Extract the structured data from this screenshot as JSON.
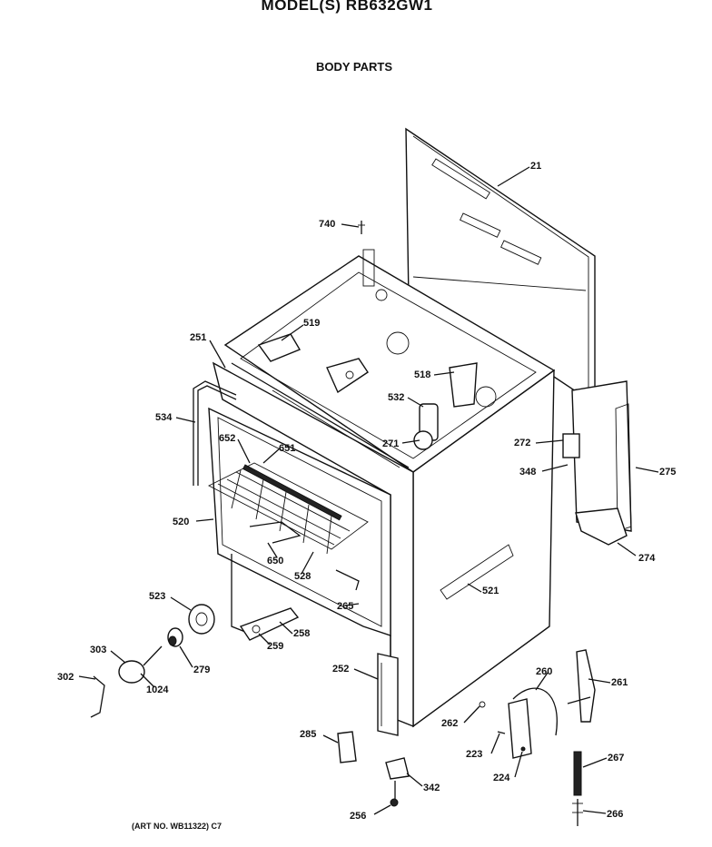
{
  "header": {
    "model": "MODEL(S) RB632GW1",
    "section": "BODY PARTS"
  },
  "footer": {
    "art_no": "(ART NO. WB11322) C7"
  },
  "callouts": [
    {
      "id": "21",
      "label": "21"
    },
    {
      "id": "740",
      "label": "740"
    },
    {
      "id": "519",
      "label": "519"
    },
    {
      "id": "251",
      "label": "251"
    },
    {
      "id": "518",
      "label": "518"
    },
    {
      "id": "532",
      "label": "532"
    },
    {
      "id": "534",
      "label": "534"
    },
    {
      "id": "271",
      "label": "271"
    },
    {
      "id": "272",
      "label": "272"
    },
    {
      "id": "652",
      "label": "652"
    },
    {
      "id": "651",
      "label": "651"
    },
    {
      "id": "348",
      "label": "348"
    },
    {
      "id": "275",
      "label": "275"
    },
    {
      "id": "520",
      "label": "520"
    },
    {
      "id": "274",
      "label": "274"
    },
    {
      "id": "650",
      "label": "650"
    },
    {
      "id": "528",
      "label": "528"
    },
    {
      "id": "521",
      "label": "521"
    },
    {
      "id": "523",
      "label": "523"
    },
    {
      "id": "265a",
      "label": "265"
    },
    {
      "id": "258",
      "label": "258"
    },
    {
      "id": "303",
      "label": "303"
    },
    {
      "id": "259",
      "label": "259"
    },
    {
      "id": "279",
      "label": "279"
    },
    {
      "id": "302",
      "label": "302"
    },
    {
      "id": "1024",
      "label": "1024"
    },
    {
      "id": "252",
      "label": "252"
    },
    {
      "id": "260",
      "label": "260"
    },
    {
      "id": "261",
      "label": "261"
    },
    {
      "id": "262",
      "label": "262"
    },
    {
      "id": "285",
      "label": "285"
    },
    {
      "id": "223",
      "label": "223"
    },
    {
      "id": "267",
      "label": "267"
    },
    {
      "id": "224",
      "label": "224"
    },
    {
      "id": "342",
      "label": "342"
    },
    {
      "id": "256",
      "label": "256"
    },
    {
      "id": "266",
      "label": "266"
    }
  ]
}
